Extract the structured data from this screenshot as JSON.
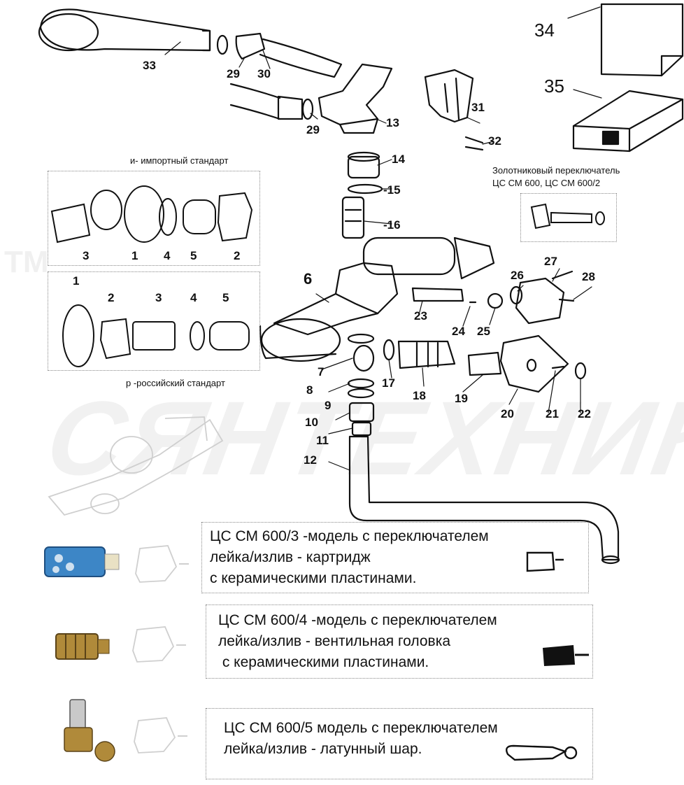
{
  "labels": {
    "n1a": "1",
    "n2a": "2",
    "n3a": "3",
    "n4a": "4",
    "n5a": "5",
    "n1b": "1",
    "n2b": "2",
    "n3b": "3",
    "n4b": "4",
    "n5b": "5",
    "n6": "6",
    "n7": "7",
    "n8": "8",
    "n9": "9",
    "n10": "10",
    "n11": "11",
    "n12": "12",
    "n13": "13",
    "n14": "14",
    "n15": "-15",
    "n16": "-16",
    "n17": "17",
    "n18": "18",
    "n19": "19",
    "n20": "20",
    "n21": "21",
    "n22": "22",
    "n23": "23",
    "n24": "24",
    "n25": "25",
    "n26": "26",
    "n27": "27",
    "n28": "28",
    "n29a": "29",
    "n29b": "29",
    "n30": "30",
    "n31": "31",
    "n32": "32",
    "n33": "33",
    "n34": "34",
    "n35": "35"
  },
  "captions": {
    "import_standard": "и- импортный стандарт",
    "russian_standard": "р -российский стандарт",
    "switch_title": "Золотниковый переключатель",
    "switch_models": "ЦС СМ 600, ЦС СМ 600/2"
  },
  "watermark": {
    "text": "СЯНТЕХНИКИ",
    "tm": "TM"
  },
  "models": [
    {
      "line1": "ЦС СМ 600/3 -модель с переключателем",
      "line2": "лейка/излив - картридж",
      "line3": "с керамическими пластинами."
    },
    {
      "line1": "ЦС СМ 600/4 -модель с переключателем",
      "line2": "лейка/излив - вентильная головка",
      "line3": " с керамическими пластинами."
    },
    {
      "line1": "ЦС СМ 600/5 модель с переключателем",
      "line2": "лейка/излив - латунный шар."
    }
  ],
  "colors": {
    "line": "#111111",
    "box": "#888888",
    "cartridge_blue": "#3d86c6",
    "brass": "#b08a3a",
    "faint": "#cfcfcf"
  }
}
